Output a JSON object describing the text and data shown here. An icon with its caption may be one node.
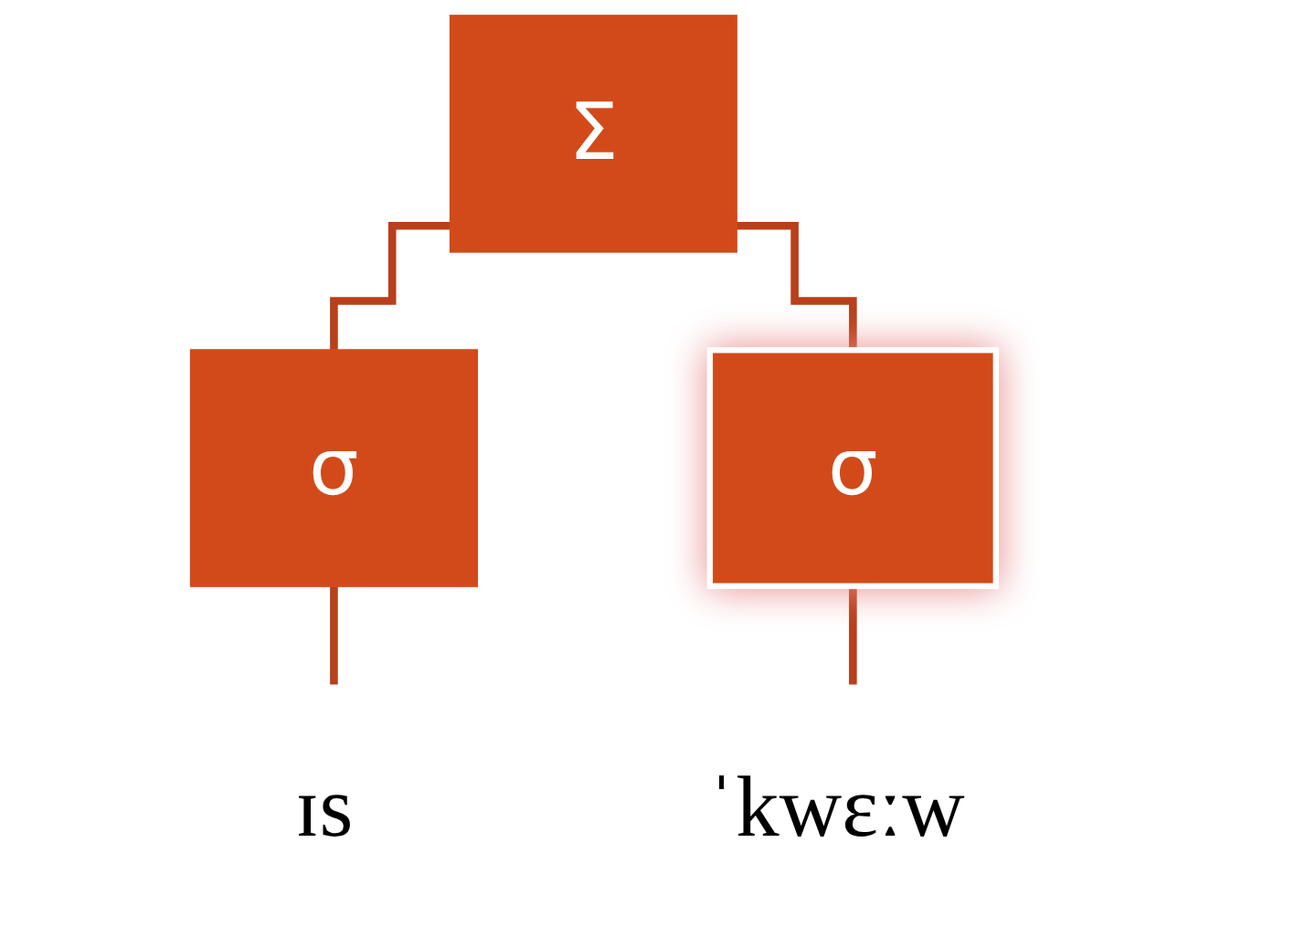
{
  "diagram": {
    "nodes": [
      {
        "text": [
          "Σ"
        ]
      },
      {
        "text": [
          "σ"
        ]
      },
      {
        "text": [
          "σ"
        ]
      },
      {
        "text": [
          "ɪs"
        ]
      },
      {
        "text": [
          "ˈkwɛːw"
        ]
      }
    ],
    "edges": [
      {
        "from": 0,
        "to": 1,
        "arrow": "none"
      },
      {
        "from": 0,
        "to": 2,
        "arrow": "none"
      },
      {
        "from": 1,
        "to": 3,
        "arrow": "none"
      },
      {
        "from": 2,
        "to": 4,
        "arrow": "none"
      }
    ]
  }
}
